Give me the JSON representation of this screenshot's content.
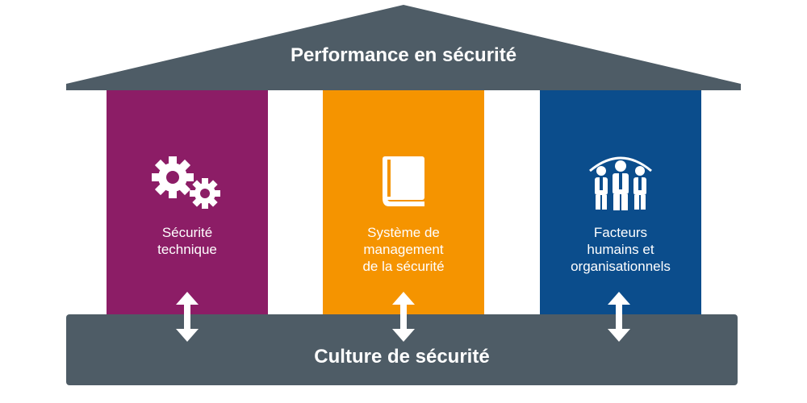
{
  "roof": {
    "title": "Performance en sécurité"
  },
  "pillars": [
    {
      "label": "Sécurité\ntechnique",
      "icon": "gears-icon",
      "color": "#8c1d66"
    },
    {
      "label": "Système de\nmanagement\nde la sécurité",
      "icon": "book-icon",
      "color": "#f59400"
    },
    {
      "label": "Facteurs\nhumains et\norganisationnels",
      "icon": "people-icon",
      "color": "#0b4d8c"
    }
  ],
  "base": {
    "title": "Culture de sécurité"
  },
  "colors": {
    "roof": "#4e5c66",
    "base": "#4e5c66"
  }
}
